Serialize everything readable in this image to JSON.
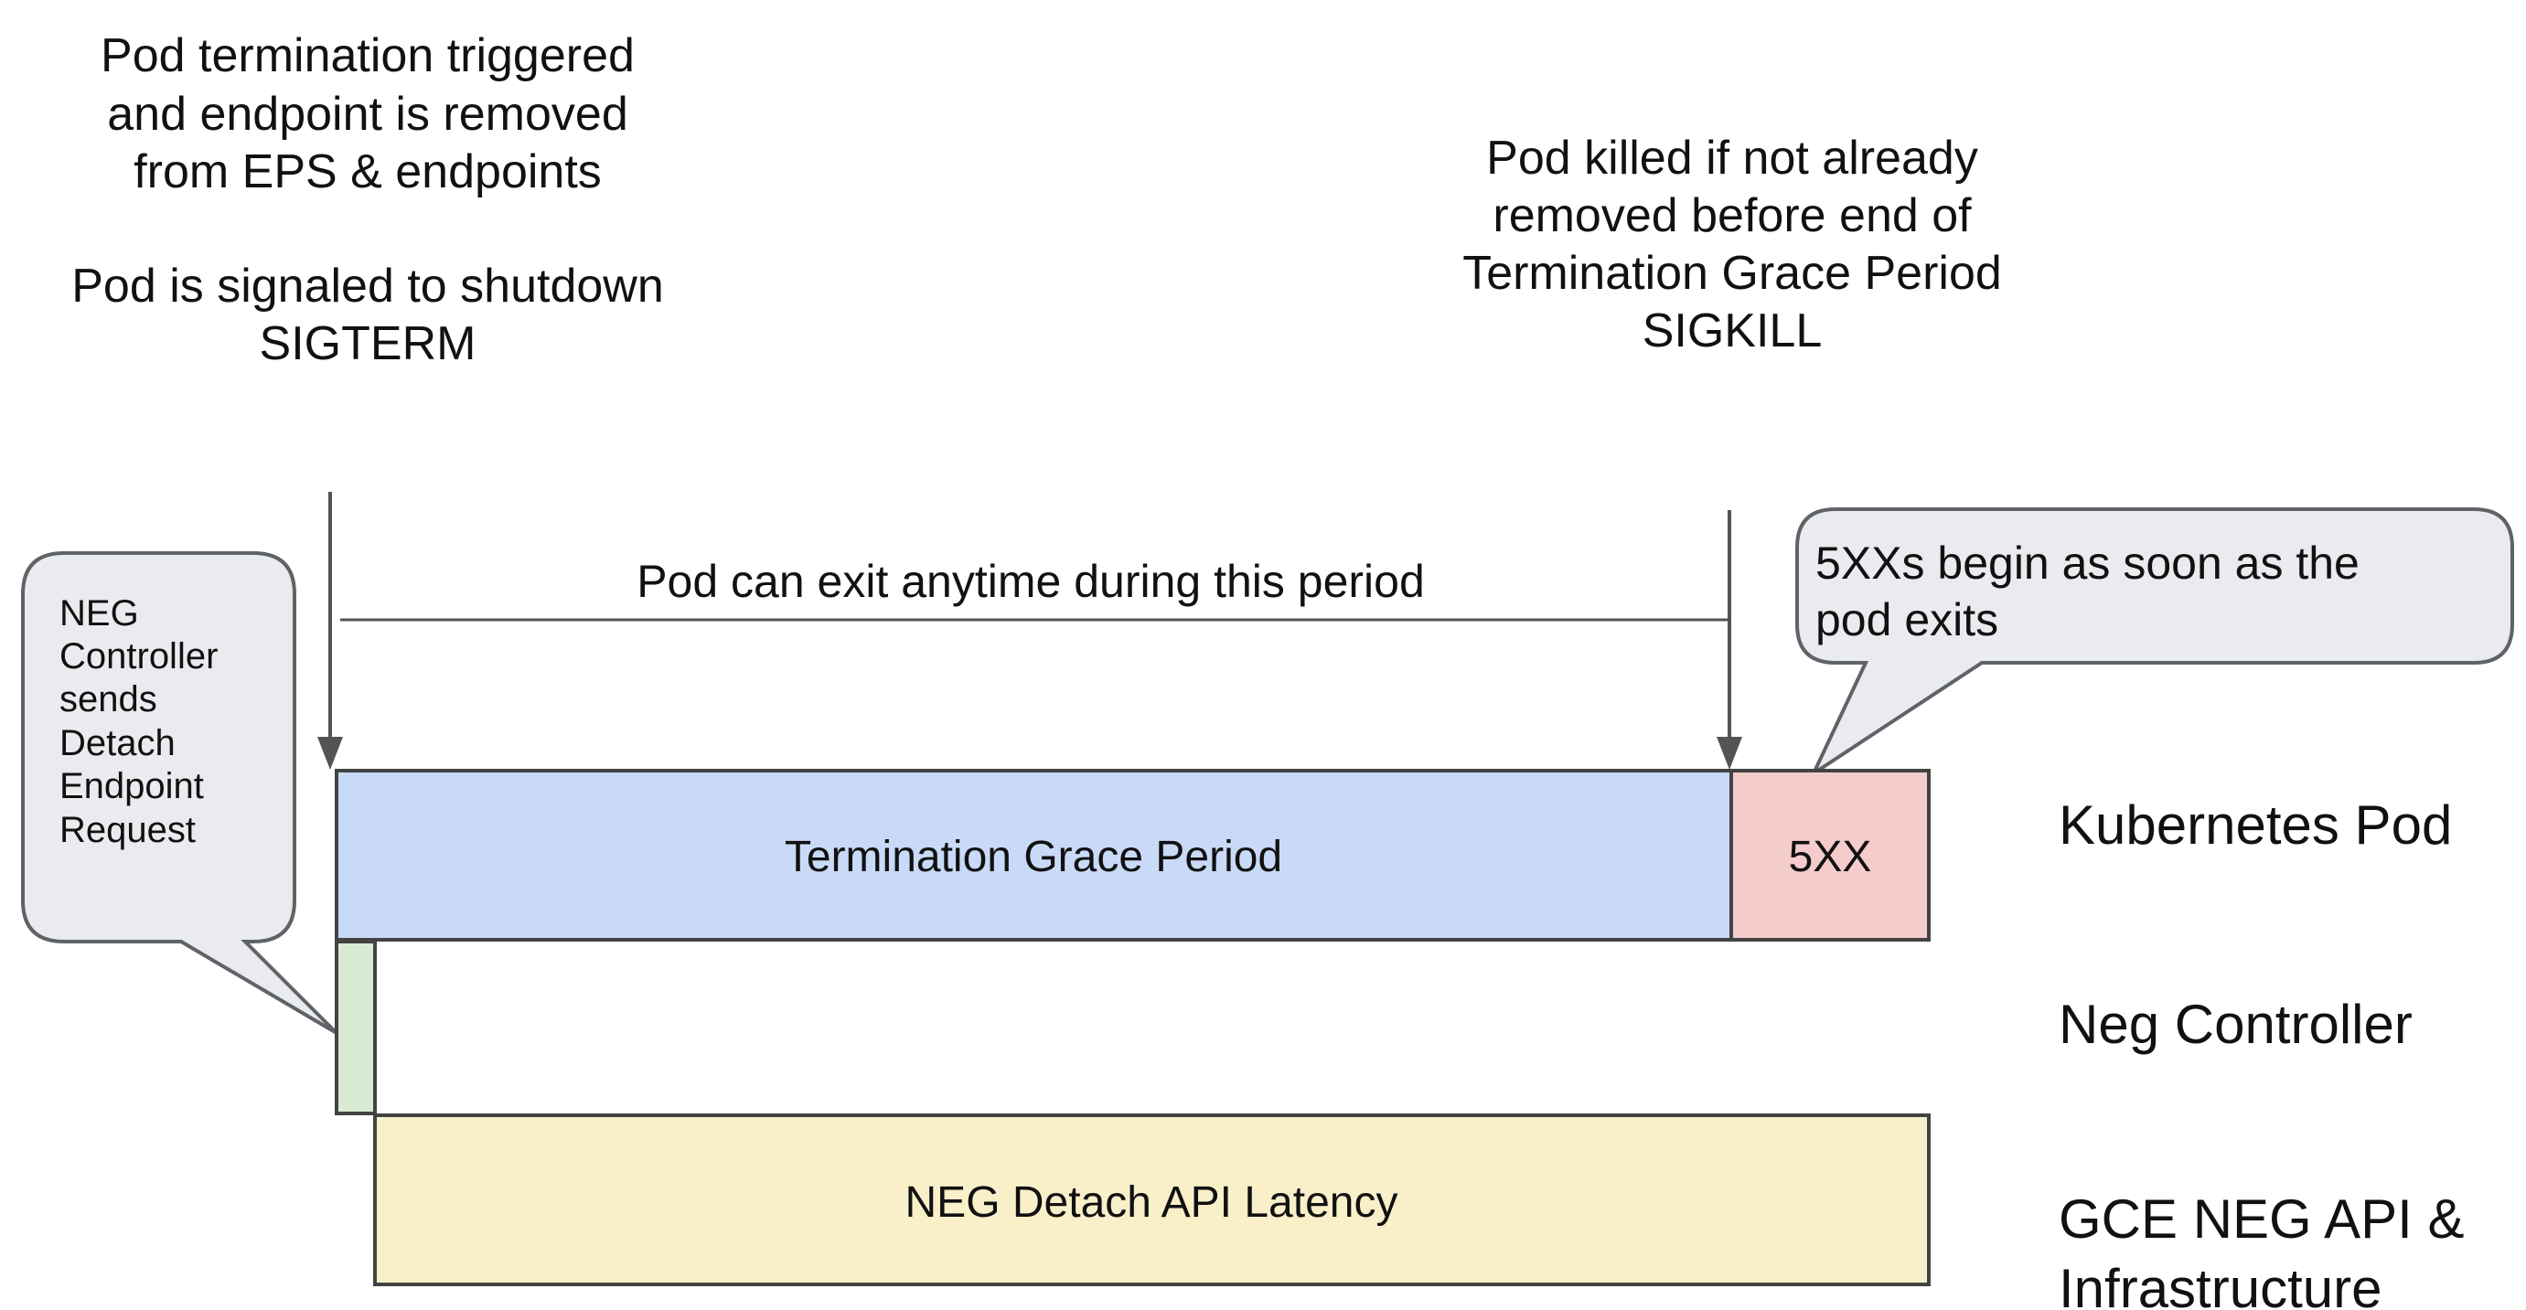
{
  "notes": {
    "top_left": {
      "para1": {
        "line1": "Pod termination triggered",
        "line2": "and endpoint is removed",
        "line3": "from EPS & endpoints"
      },
      "para2": {
        "line1": "Pod is signaled to shutdown",
        "line2": "SIGTERM"
      }
    },
    "top_right": {
      "line1": "Pod killed if not already",
      "line2": "removed before end of",
      "line3": "Termination Grace Period",
      "line4": "SIGKILL"
    }
  },
  "timeline": {
    "exit_window_label": "Pod can exit anytime during this period"
  },
  "callouts": {
    "neg_controller": {
      "line1": "NEG",
      "line2": "Controller",
      "line3": "sends",
      "line4": "Detach",
      "line5": "Endpoint",
      "line6": "Request"
    },
    "five_xx": {
      "line1": "5XXs begin as soon as the",
      "line2": "pod exits"
    }
  },
  "bars": {
    "grace_period": {
      "label": "Termination Grace Period"
    },
    "five_xx": {
      "label": "5XX"
    },
    "neg_detach": {
      "label": "NEG Detach API Latency"
    }
  },
  "lanes": {
    "kubernetes_pod": "Kubernetes Pod",
    "neg_controller": "Neg Controller",
    "gce_line1": "GCE NEG API &",
    "gce_line2": "Infrastructure"
  },
  "colors": {
    "bar_blue": "#c9daf8",
    "bar_red": "#f4cccc",
    "bar_green": "#d9ead3",
    "bar_yellow": "#f9efc9",
    "bar_stroke": "#434343",
    "bubble_fill": "#e9ebee",
    "bubble_stroke": "#5f6368",
    "arrow": "#545454"
  }
}
